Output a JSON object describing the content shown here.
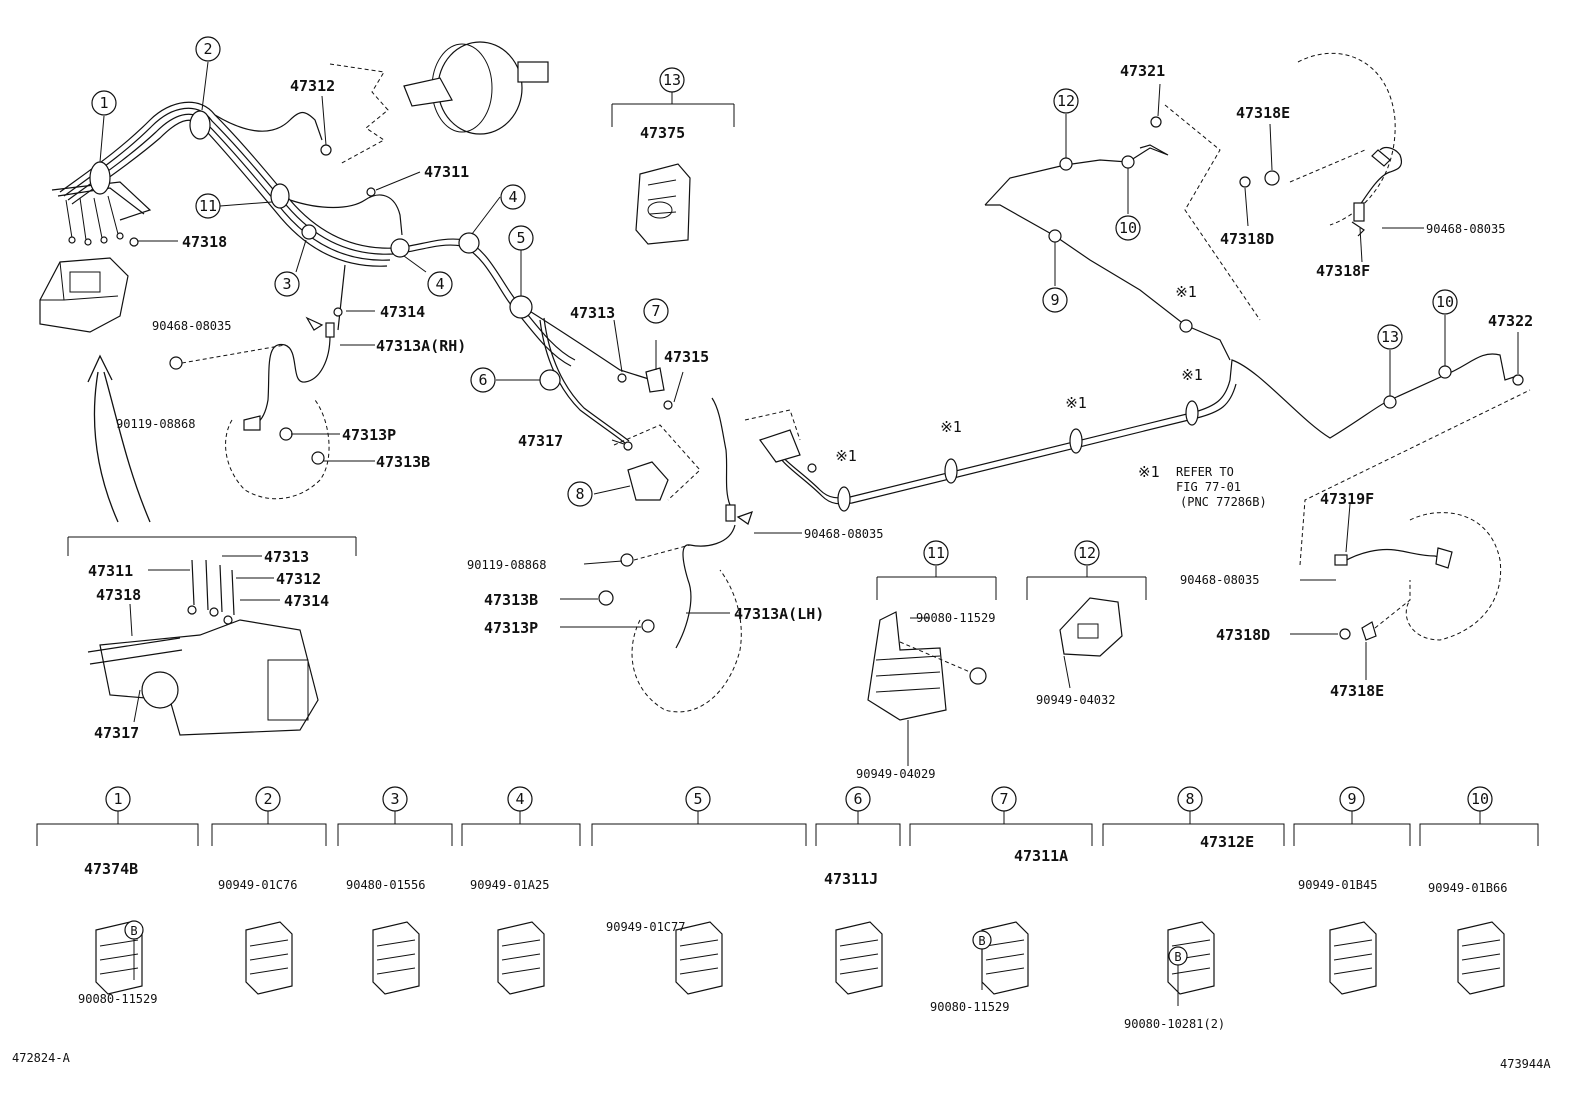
{
  "corner_codes": {
    "left": "472824-A",
    "right": "473944A"
  },
  "part_labels": {
    "p47312_top": "47312",
    "p47311_top": "47311",
    "p47318_left": "47318",
    "p47314": "47314",
    "p90468_a": "90468-08035",
    "p47313A_RH": "47313A(RH)",
    "p90119_a": "90119-08868",
    "p47313P_a": "47313P",
    "p47313B_a": "47313B",
    "p47375": "47375",
    "p47313": "47313",
    "p47315": "47315",
    "p47317_mid": "47317",
    "p90468_b": "90468-08035",
    "p90119_b": "90119-08868",
    "p47313B_b": "47313B",
    "p47313P_b": "47313P",
    "p47313A_LH": "47313A(LH)",
    "inset_47311": "47311",
    "inset_47313": "47313",
    "inset_47312": "47312",
    "inset_47318": "47318",
    "inset_47314": "47314",
    "inset_47317": "47317",
    "p47321": "47321",
    "p47318E_a": "47318E",
    "p47318D_a": "47318D",
    "p90468_c": "90468-08035",
    "p47318F": "47318F",
    "p47322": "47322",
    "p47319F": "47319F",
    "p90468_d": "90468-08035",
    "p47318D_b": "47318D",
    "p47318E_b": "47318E",
    "p90080_11": "90080-11529",
    "p90949_04029": "90949-04029",
    "p90949_04032": "90949-04032"
  },
  "refer_note": {
    "mark": "※1",
    "line1": "REFER TO",
    "line2": "FIG 77-01",
    "line3": "(PNC 77286B)"
  },
  "ref_mark": "※1",
  "callouts": [
    "1",
    "2",
    "3",
    "4",
    "5",
    "6",
    "7",
    "8",
    "9",
    "10",
    "11",
    "12",
    "13"
  ],
  "clamps": [
    {
      "num": "1",
      "parts": [
        "47374B",
        "90080-11529"
      ],
      "bolt": "B"
    },
    {
      "num": "2",
      "parts": [
        "90949-01C76"
      ]
    },
    {
      "num": "3",
      "parts": [
        "90480-01556"
      ]
    },
    {
      "num": "4",
      "parts": [
        "90949-01A25"
      ]
    },
    {
      "num": "5",
      "parts": [
        "90949-01C77"
      ]
    },
    {
      "num": "6",
      "parts": [
        "47311J"
      ]
    },
    {
      "num": "7",
      "parts": [
        "47311A",
        "90080-11529"
      ],
      "bolt": "B"
    },
    {
      "num": "8",
      "parts": [
        "47312E",
        "90080-10281(2)"
      ],
      "bolt": "B"
    },
    {
      "num": "9",
      "parts": [
        "90949-01B45"
      ]
    },
    {
      "num": "10",
      "parts": [
        "90949-01B66"
      ]
    }
  ]
}
